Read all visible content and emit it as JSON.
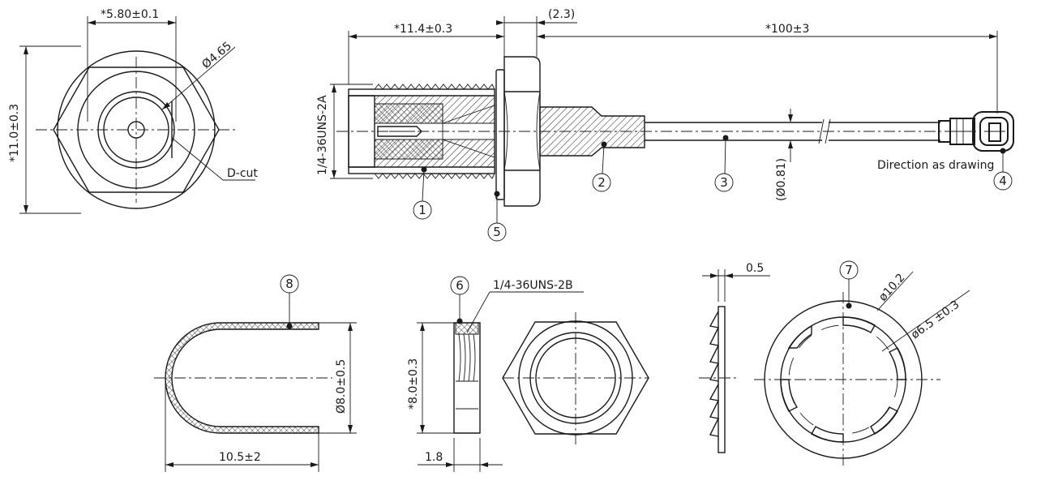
{
  "dims": {
    "hex_flat": "*5.80±0.1",
    "hole_dia": "Ø4.65",
    "hex_height": "*11.0±0.3",
    "dcut": "D-cut",
    "body_len": "*11.4±0.3",
    "nut_gap": "(2.3)",
    "cable_len": "*100±3",
    "thread_m": "1/4-36UNS-2A",
    "cable_dia": "(Ø0.81)",
    "direction": "Direction as drawing",
    "cap_dia": "Ø8.0±0.5",
    "cap_len": "10.5±2",
    "nut_thread": "1/4-36UNS-2B",
    "nut_height": "*8.0±0.3",
    "nut_thk": "1.8",
    "washer_thk": "0.5",
    "washer_od": "ø10.2",
    "washer_id": "ø6.5 ±0.3"
  },
  "callouts": [
    "1",
    "2",
    "3",
    "4",
    "5",
    "6",
    "7",
    "8"
  ]
}
